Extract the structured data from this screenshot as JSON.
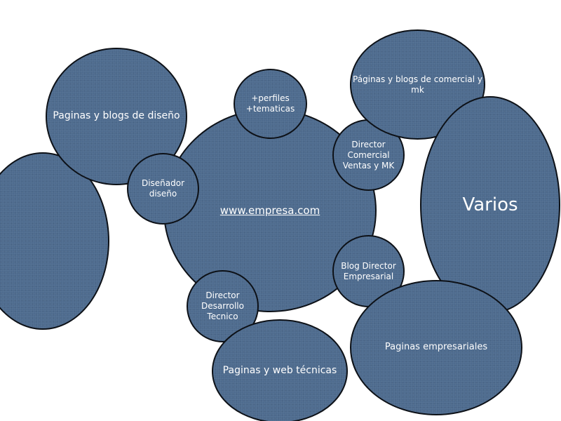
{
  "diagram": {
    "nodes": [
      {
        "id": "left",
        "label": ""
      },
      {
        "id": "diseno",
        "label": "Paginas y blogs de diseño"
      },
      {
        "id": "main",
        "label": "www.empresa.com"
      },
      {
        "id": "perfiles",
        "label": "+perfiles\n+tematicas"
      },
      {
        "id": "disenador",
        "label": "Diseñador\ndiseño"
      },
      {
        "id": "comercial",
        "label": "Director\nComercial\nVentas y MK"
      },
      {
        "id": "blogdir",
        "label": "Blog Director\nEmpresarial"
      },
      {
        "id": "desarrollo",
        "label": "Director\nDesarrollo\nTecnico"
      },
      {
        "id": "tecnicas",
        "label": "Paginas y web técnicas"
      },
      {
        "id": "mk",
        "label": "Páginas y blogs de comercial y mk"
      },
      {
        "id": "varios",
        "label": "Varios"
      },
      {
        "id": "empresariales",
        "label": "Paginas empresariales"
      }
    ],
    "colors": {
      "node_fill": "#4e6b8e",
      "node_stroke": "#0d1117",
      "text": "#ffffff",
      "background": "#ffffff"
    }
  }
}
